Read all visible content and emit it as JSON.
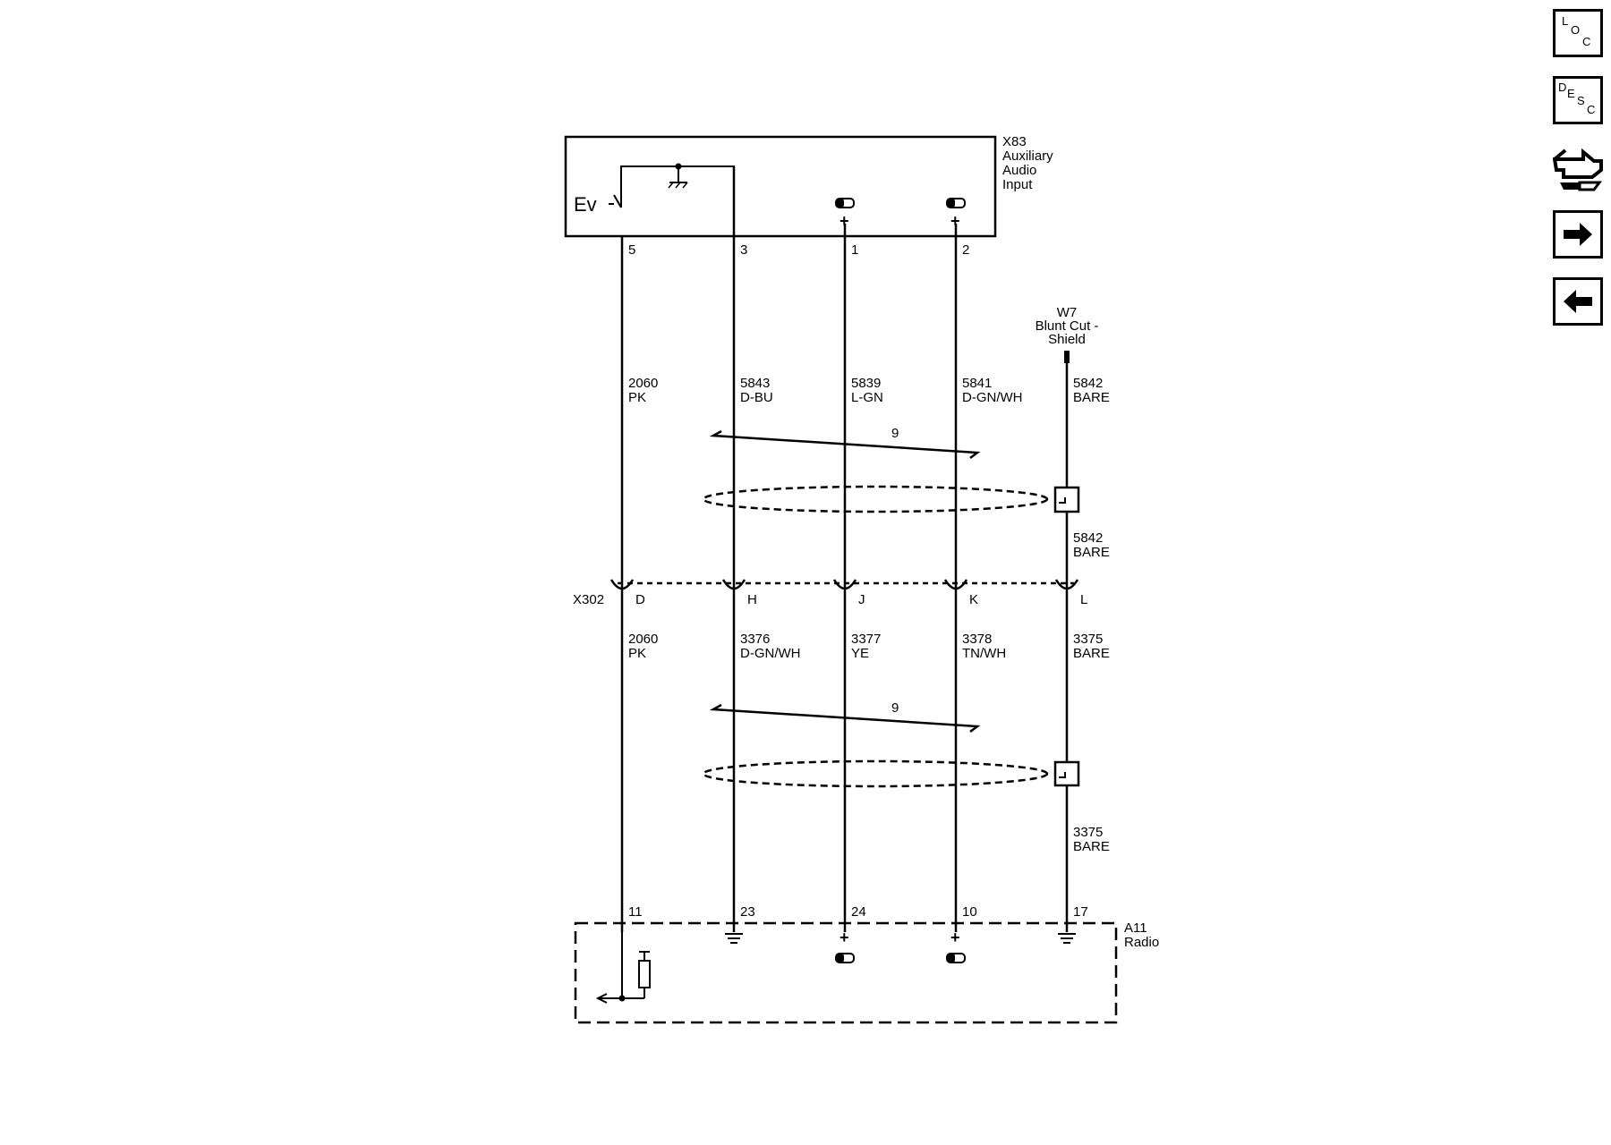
{
  "modules": {
    "x83": {
      "id": "X83",
      "name_lines": [
        "Auxiliary",
        "Audio",
        "Input"
      ]
    },
    "a11": {
      "id": "A11",
      "name": "Radio"
    },
    "w7": {
      "id": "W7",
      "name_lines": [
        "Blunt Cut -",
        "Shield"
      ]
    },
    "x302": {
      "id": "X302"
    }
  },
  "switch_label": "Ev",
  "wires": [
    {
      "top_pin": "5",
      "upper_circuit": "2060",
      "upper_color": "PK",
      "x302_cavity": "D",
      "lower_circuit": "2060",
      "lower_color": "PK",
      "radio_pin": "11"
    },
    {
      "top_pin": "3",
      "upper_circuit": "5843",
      "upper_color": "D-BU",
      "x302_cavity": "H",
      "lower_circuit": "3376",
      "lower_color": "D-GN/WH",
      "radio_pin": "23"
    },
    {
      "top_pin": "1",
      "upper_circuit": "5839",
      "upper_color": "L-GN",
      "x302_cavity": "J",
      "lower_circuit": "3377",
      "lower_color": "YE",
      "radio_pin": "24"
    },
    {
      "top_pin": "2",
      "upper_circuit": "5841",
      "upper_color": "D-GN/WH",
      "x302_cavity": "K",
      "lower_circuit": "3378",
      "lower_color": "TN/WH",
      "radio_pin": "10"
    },
    {
      "top_pin": "",
      "upper_circuit": "5842",
      "upper_color": "BARE",
      "x302_cavity": "L",
      "lower_circuit": "3375",
      "lower_color": "BARE",
      "radio_pin": "17"
    }
  ],
  "shield_drains": {
    "upper": {
      "circuit": "5842",
      "color": "BARE"
    },
    "lower": {
      "circuit": "3375",
      "color": "BARE"
    }
  },
  "twist_labels": {
    "upper": "9",
    "lower": "9"
  },
  "plus_symbol": "+",
  "nav": {
    "loc": {
      "l": "L",
      "o": "O",
      "c": "C"
    },
    "desc": {
      "d": "D",
      "e": "E",
      "s": "S",
      "c": "C"
    },
    "icons": [
      "connector-info-icon",
      "arrow-right-icon",
      "arrow-left-icon"
    ]
  }
}
